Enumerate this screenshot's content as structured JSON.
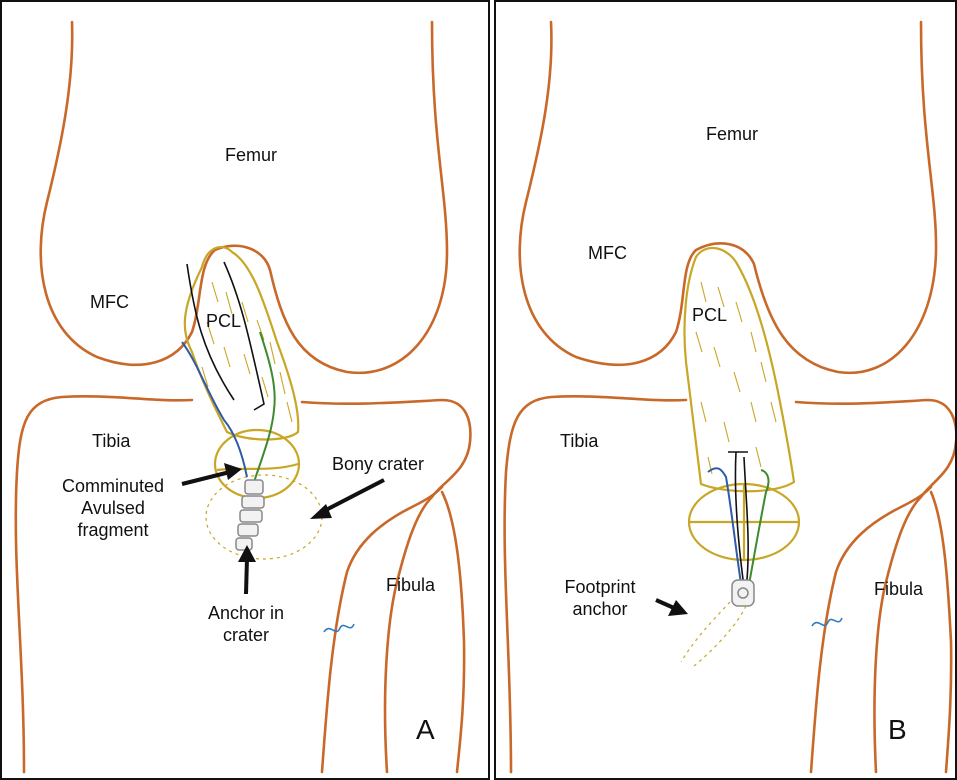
{
  "panel_a": {
    "labels": {
      "femur": "Femur",
      "mfc": "MFC",
      "pcl": "PCL",
      "tibia": "Tibia",
      "fibula": "Fibula",
      "fragment": "Comminuted\nAvulsed\nfragment",
      "crater": "Bony crater",
      "anchor": "Anchor in\ncrater",
      "letter": "A"
    }
  },
  "panel_b": {
    "labels": {
      "femur": "Femur",
      "mfc": "MFC",
      "pcl": "PCL",
      "tibia": "Tibia",
      "fibula": "Fibula",
      "anchor": "Footprint\nanchor",
      "letter": "B"
    }
  },
  "colors": {
    "bone_outline": "#c8692a",
    "ligament": "#c8a626",
    "suture_blue": "#2f5aa8",
    "suture_green": "#3f8a2e",
    "suture_black": "#111111",
    "frame": "#111111"
  }
}
